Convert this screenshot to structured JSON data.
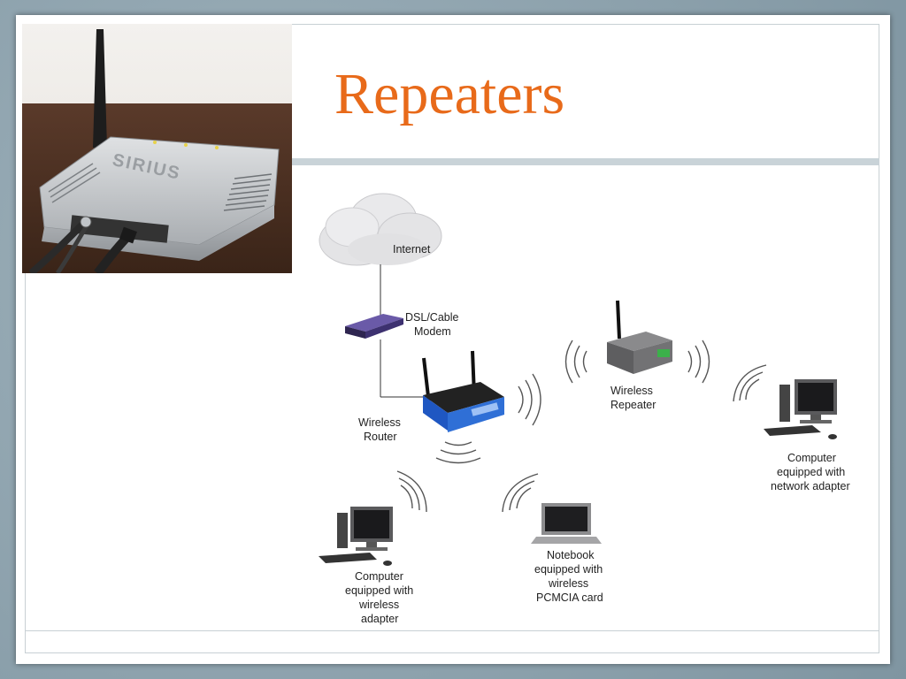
{
  "slide": {
    "title": "Repeaters"
  },
  "photo": {
    "brand_text": "SIRIUS"
  },
  "diagram": {
    "internet_label": "Internet",
    "modem_label": [
      "DSL/Cable",
      "Modem"
    ],
    "router_label": [
      "Wireless",
      "Router"
    ],
    "repeater_label": [
      "Wireless",
      "Repeater"
    ],
    "computer_right_label": [
      "Computer",
      "equipped with",
      "network adapter"
    ],
    "computer_left_label": [
      "Computer",
      "equipped with",
      "wireless",
      "adapter"
    ],
    "notebook_label": [
      "Notebook",
      "equipped with",
      "wireless",
      "PCMCIA card"
    ]
  },
  "colors": {
    "title": "#e86a1a",
    "background": "#8ea3ae",
    "router_blue": "#2f6fd6"
  }
}
